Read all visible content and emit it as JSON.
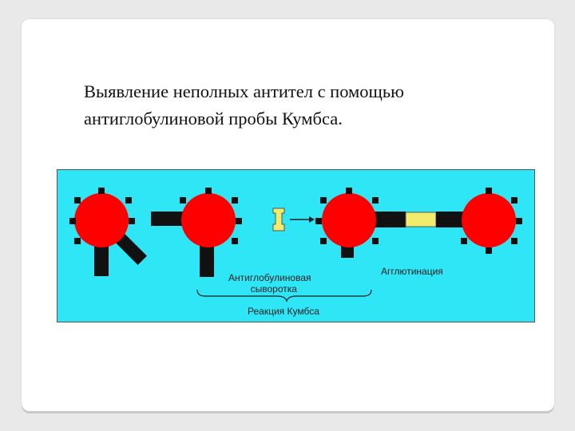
{
  "slide": {
    "title_line1": "Выявление неполных антител с помощью",
    "title_line2": "антиглобулиновой пробы Кумбса."
  },
  "diagram": {
    "label_antiglobulin_line1": "Антиглобулиновая",
    "label_antiglobulin_line2": "сыворотка",
    "label_agglutination": "Агглютинация",
    "label_coombs_reaction": "Реакция Кумбса",
    "colors": {
      "background": "#2fe6f7",
      "cell": "#ff0000",
      "antibody": "#111111",
      "antiglobulin": "#f2ec6e"
    }
  }
}
